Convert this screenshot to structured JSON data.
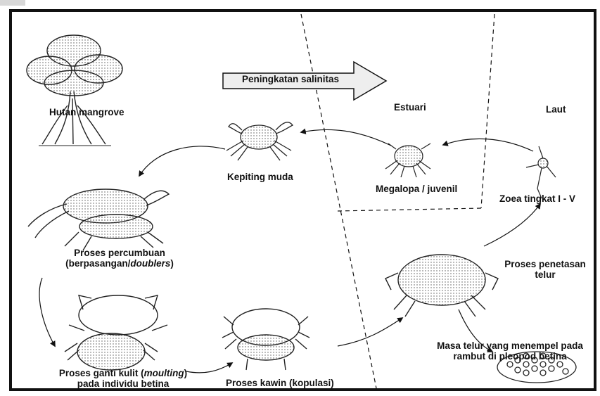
{
  "labels": {
    "mangrove": "Hutan  mangrove",
    "estuari": "Estuari",
    "laut": "Laut",
    "salinity_arrow": "Peningkatan salinitas",
    "kepiting_muda": "Kepiting muda",
    "megalopa": "Megalopa / juvenil",
    "zoea": "Zoea  tingkat I - V",
    "percumbuan_1": "Proses percumbuan",
    "percumbuan_2a": "(berpasangan/",
    "percumbuan_2b": "doublers",
    "percumbuan_2c": ")",
    "penetasan_1": "Proses penetasan",
    "penetasan_2": "telur",
    "ganti_1a": "Proses ganti kulit (",
    "ganti_1b": "moulting",
    "ganti_1c": ")",
    "ganti_2": "pada individu betina",
    "kawin": "Proses kawin (kopulasi)",
    "masa_1": "Masa telur yang menempel pada",
    "masa_2": "rambut  di pleopod betina"
  },
  "colors": {
    "ink": "#111111",
    "arrow_fill": "#eeeeee",
    "stipple": "#555555"
  }
}
